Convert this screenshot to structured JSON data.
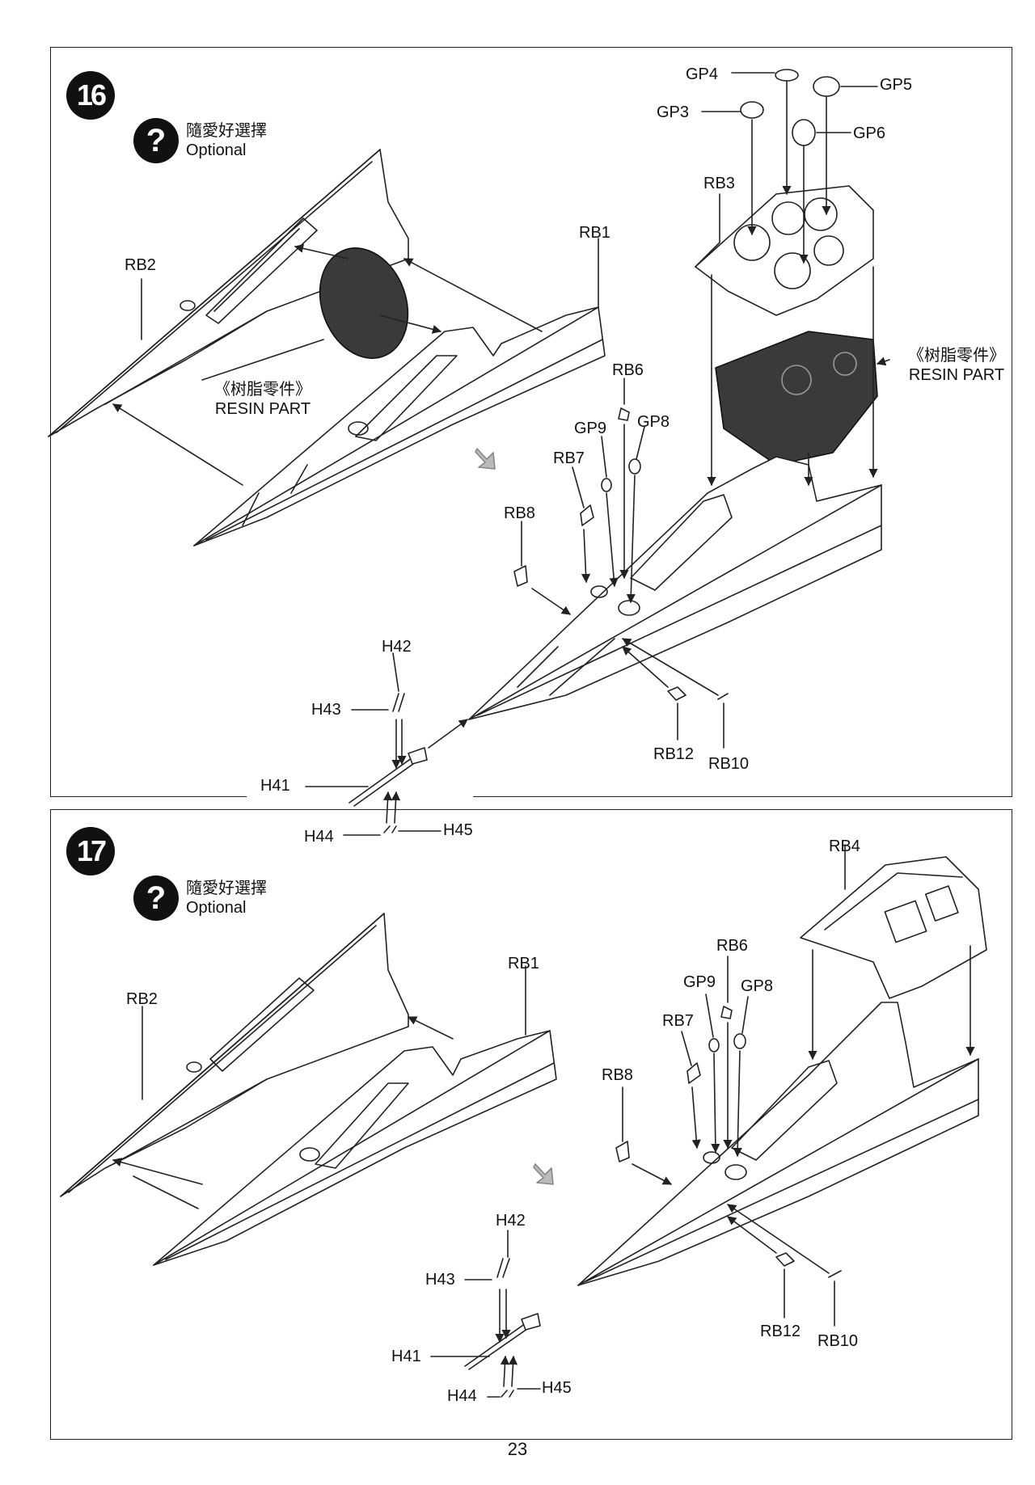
{
  "steps": [
    {
      "number": "16",
      "optional_cn": "隨愛好選擇",
      "optional_en": "Optional",
      "resin_left_cn": "《树脂零件》",
      "resin_left_en": "RESIN PART",
      "resin_right_cn": "《树脂零件》",
      "resin_right_en": "RESIN PART",
      "parts": [
        "GP4",
        "GP5",
        "GP3",
        "GP6",
        "RB3",
        "RB1",
        "RB2",
        "RB6",
        "GP9",
        "GP8",
        "RB7",
        "RB8",
        "H42",
        "H43",
        "H41",
        "H44",
        "H45",
        "RB12",
        "RB10"
      ]
    },
    {
      "number": "17",
      "optional_cn": "隨愛好選擇",
      "optional_en": "Optional",
      "parts": [
        "RB4",
        "RB1",
        "RB2",
        "RB6",
        "GP9",
        "GP8",
        "RB7",
        "RB8",
        "H42",
        "H43",
        "H41",
        "H44",
        "H45",
        "RB12",
        "RB10"
      ]
    }
  ],
  "page_number": "23",
  "icons": {
    "optional": "question-mark-icon",
    "direction": "arrow-icon"
  },
  "colors": {
    "resin_part": "#3a3a3a",
    "line": "#222222"
  }
}
